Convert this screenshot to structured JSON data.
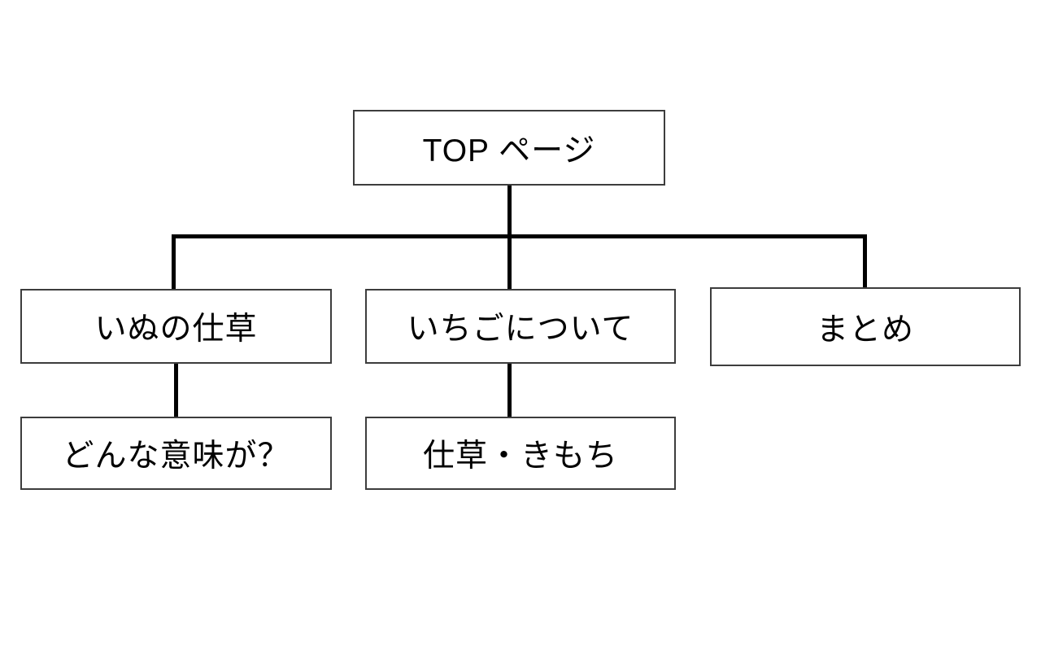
{
  "diagram": {
    "type": "sitemap-flowchart",
    "colors": {
      "background": "#ffffff",
      "connector_line": "#000000",
      "node_border": "#3d3d3d",
      "node_fill": "#ffffff",
      "node_text": "#000000"
    },
    "nodes": {
      "top": {
        "label": "TOP ページ"
      },
      "inu": {
        "label": "いぬの仕草"
      },
      "ichigo": {
        "label": "いちごについて"
      },
      "matome": {
        "label": "まとめ"
      },
      "imi": {
        "label": "どんな意味が？"
      },
      "shigusa": {
        "label": "仕草・きもち"
      }
    },
    "edges": [
      {
        "from": "top",
        "to": "inu"
      },
      {
        "from": "top",
        "to": "ichigo"
      },
      {
        "from": "top",
        "to": "matome"
      },
      {
        "from": "inu",
        "to": "imi"
      },
      {
        "from": "ichigo",
        "to": "shigusa"
      }
    ]
  }
}
